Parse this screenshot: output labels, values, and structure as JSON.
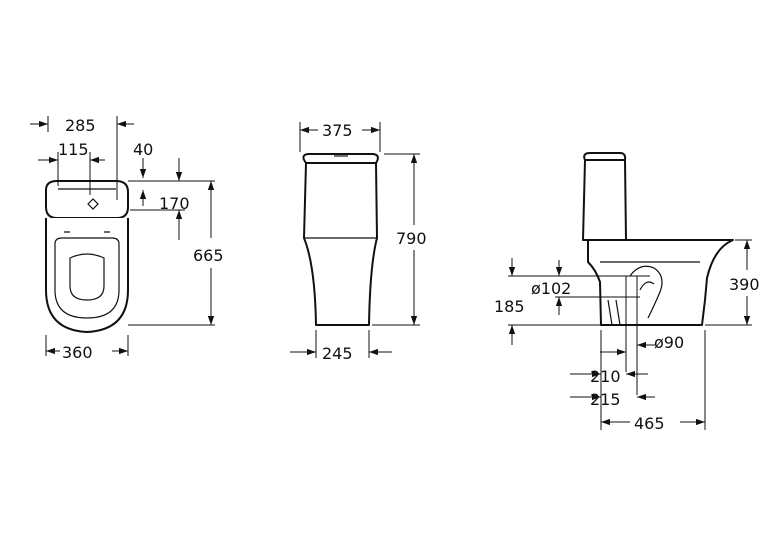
{
  "views": {
    "top": {
      "dims": {
        "overall_width": "285",
        "inner_width": "115",
        "offset": "40",
        "tank_depth": "170",
        "length": "665",
        "bowl_width": "360"
      }
    },
    "front": {
      "dims": {
        "tank_width": "375",
        "height": "790",
        "base_width": "245"
      }
    },
    "side": {
      "dims": {
        "inlet_diameter": "ø102",
        "inlet_height": "185",
        "rim_height": "390",
        "outlet_diameter": "ø90",
        "outlet_offset_1": "210",
        "outlet_offset_2": "215",
        "depth": "465"
      }
    }
  }
}
